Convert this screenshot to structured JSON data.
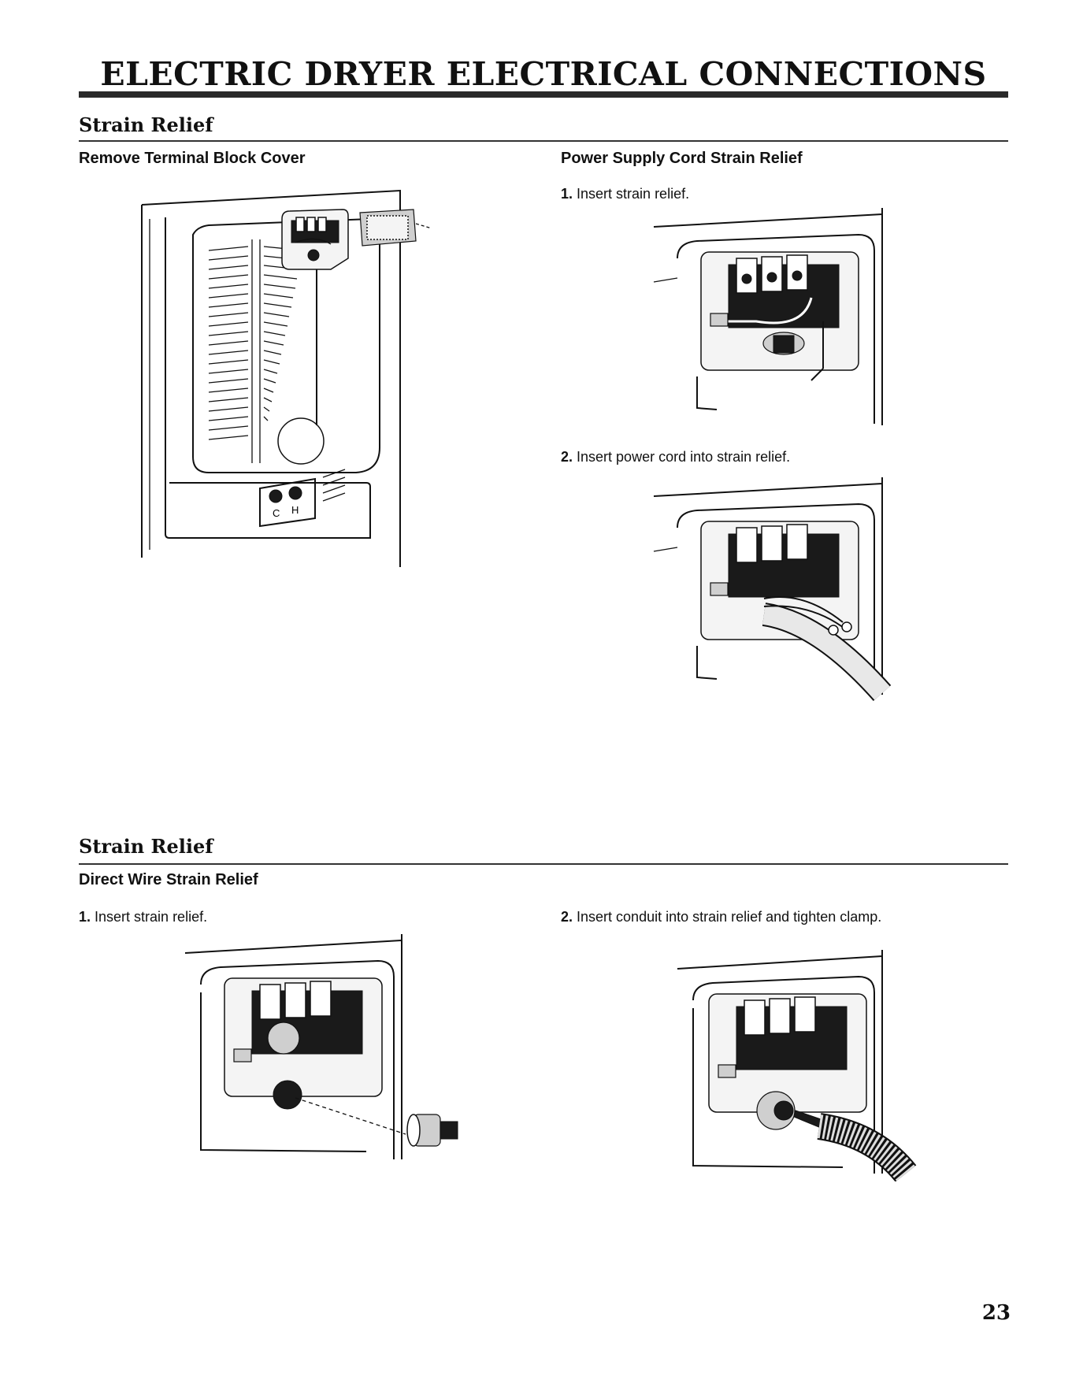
{
  "page_title": "ELECTRIC DRYER ELECTRICAL CONNECTIONS",
  "section_1": {
    "title": "Strain Relief",
    "left": {
      "heading": "Remove Terminal Block Cover",
      "figure_labels": {
        "c": "C",
        "h": "H"
      }
    },
    "right": {
      "heading": "Power Supply Cord Strain Relief",
      "steps": [
        {
          "num": "1.",
          "text": "Insert strain relief."
        },
        {
          "num": "2.",
          "text": "Insert power cord into strain relief."
        }
      ]
    }
  },
  "section_2": {
    "title": "Strain Relief",
    "heading": "Direct Wire Strain Relief",
    "steps": [
      {
        "num": "1.",
        "text": "Insert strain relief."
      },
      {
        "num": "2.",
        "text": "Insert conduit into strain relief and tighten clamp."
      }
    ]
  },
  "page_number": "23"
}
